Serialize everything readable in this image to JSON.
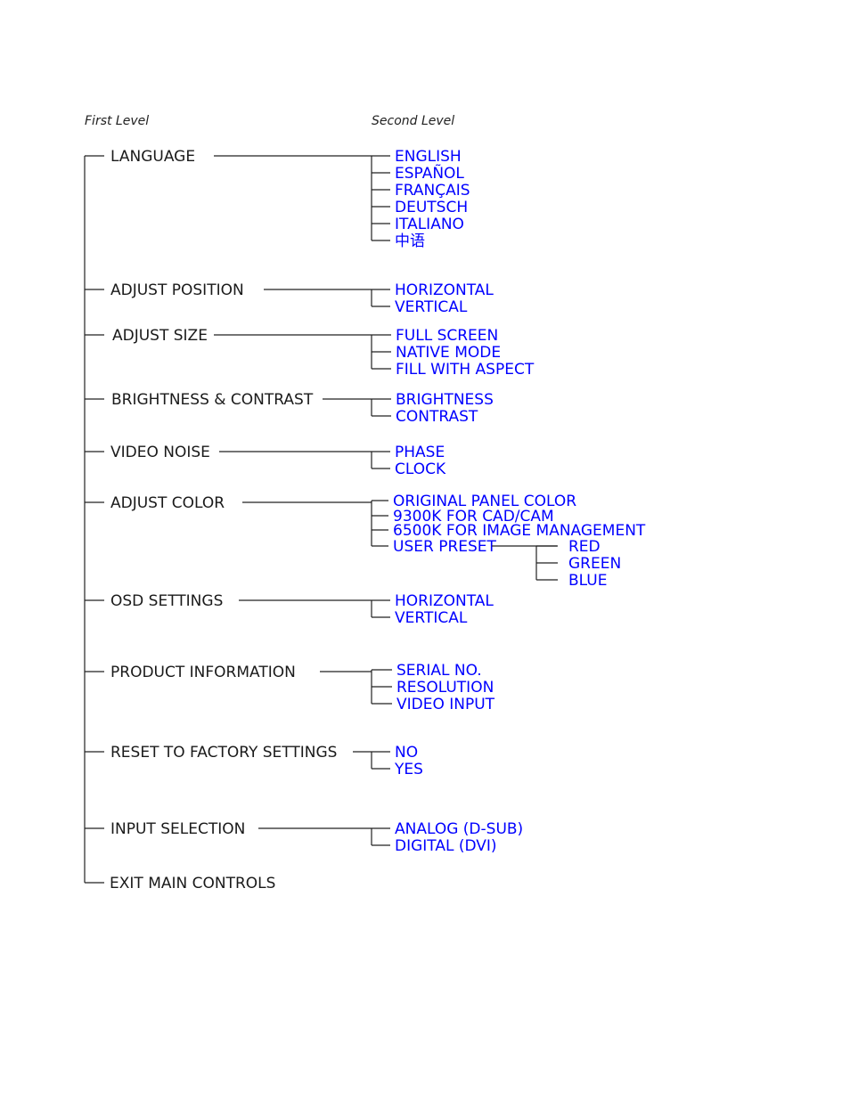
{
  "headers": {
    "first": "First Level",
    "second": "Second Level"
  },
  "colors": {
    "first_level_text": "#1a1a1a",
    "second_level_text": "#0000ff",
    "lines": "#222222"
  },
  "menu": [
    {
      "label": "LANGUAGE",
      "children": [
        "ENGLISH",
        "ESPAÑOL",
        "FRANÇAIS",
        "DEUTSCH",
        "ITALIANO",
        "中语"
      ]
    },
    {
      "label": "ADJUST POSITION",
      "children": [
        "HORIZONTAL",
        "VERTICAL"
      ]
    },
    {
      "label": "ADJUST SIZE",
      "children": [
        "FULL SCREEN",
        "NATIVE MODE",
        "FILL WITH ASPECT"
      ]
    },
    {
      "label": "BRIGHTNESS & CONTRAST",
      "children": [
        "BRIGHTNESS",
        "CONTRAST"
      ]
    },
    {
      "label": "VIDEO NOISE",
      "children": [
        "PHASE",
        "CLOCK"
      ]
    },
    {
      "label": "ADJUST COLOR",
      "children": [
        "ORIGINAL PANEL COLOR",
        "9300K FOR CAD/CAM",
        "6500K FOR IMAGE MANAGEMENT",
        "USER PRESET"
      ],
      "user_preset_children": [
        "RED",
        "GREEN",
        "BLUE"
      ]
    },
    {
      "label": "OSD SETTINGS",
      "children": [
        "HORIZONTAL",
        "VERTICAL"
      ]
    },
    {
      "label": "PRODUCT INFORMATION",
      "children": [
        "SERIAL NO.",
        "RESOLUTION",
        "VIDEO INPUT"
      ]
    },
    {
      "label": "RESET TO FACTORY SETTINGS",
      "children": [
        "NO",
        "YES"
      ]
    },
    {
      "label": "INPUT SELECTION",
      "children": [
        "ANALOG (D-SUB)",
        "DIGITAL (DVI)"
      ]
    },
    {
      "label": "EXIT MAIN CONTROLS",
      "children": []
    }
  ]
}
